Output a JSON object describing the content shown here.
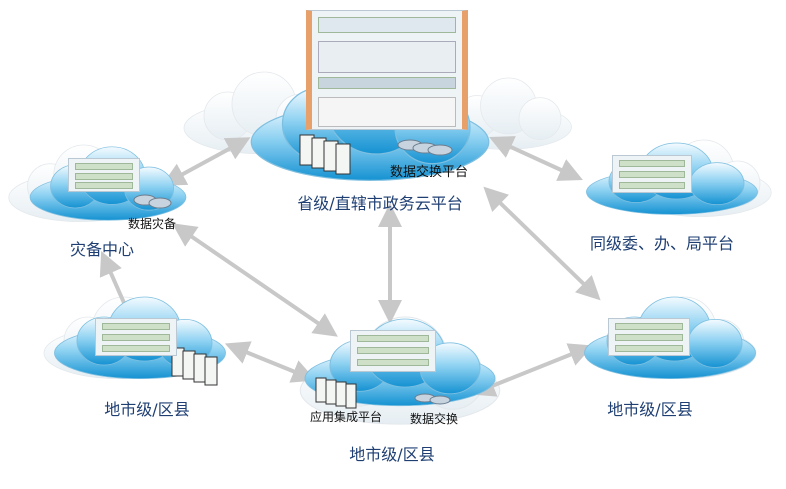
{
  "nodes": {
    "central": {
      "label": "省级/直辖市政务云平台",
      "sub_label": "数据交换平台"
    },
    "disaster": {
      "label": "灾备中心",
      "sub_label": "数据灾备"
    },
    "peer": {
      "label": "同级委、办、局平台"
    },
    "city_left": {
      "label": "地市级/区县"
    },
    "city_center": {
      "label": "地市级/区县",
      "sub_label_left": "应用集成平台",
      "sub_label_right": "数据交换"
    },
    "city_right": {
      "label": "地市级/区县"
    }
  },
  "colors": {
    "cloud_top": "#e8f6fd",
    "cloud_bottom": "#1a9ad6",
    "arrow": "#c8c8c8",
    "label": "#1f3f73"
  }
}
